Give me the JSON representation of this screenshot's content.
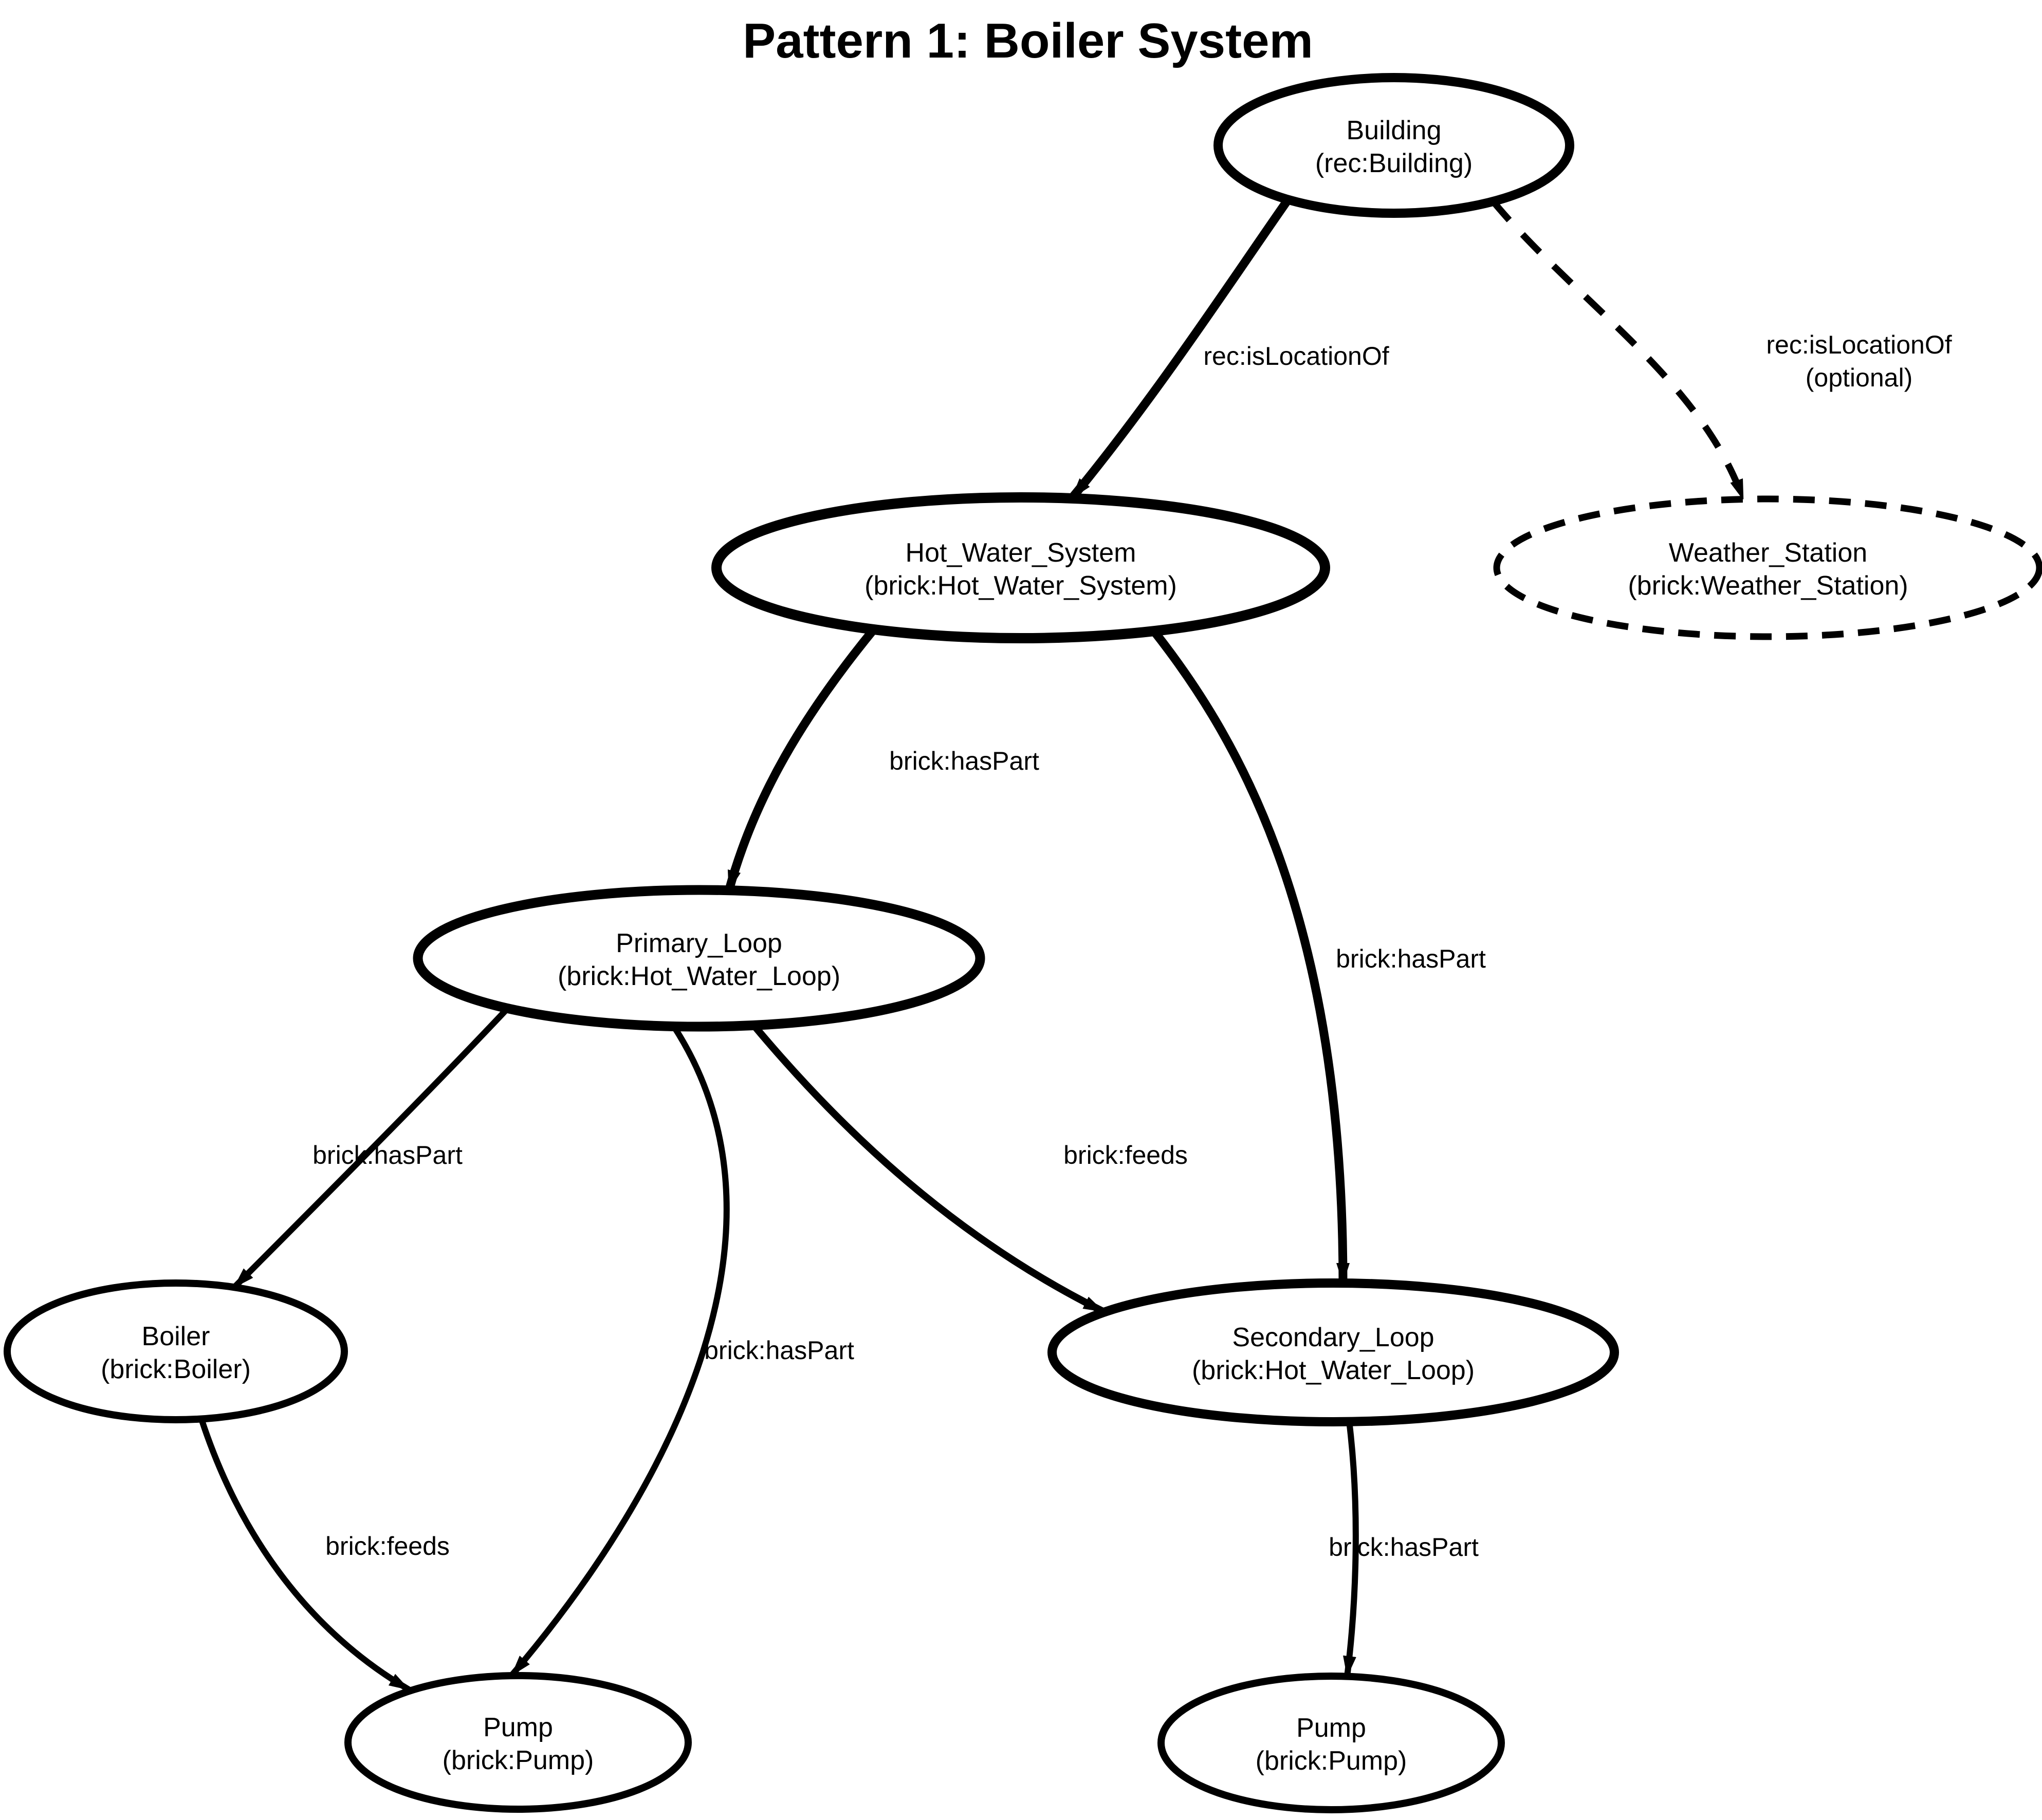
{
  "title": "Pattern 1: Boiler System",
  "colors": {
    "ink": "#000000",
    "background": "#ffffff"
  },
  "nodes": {
    "building": {
      "label": "Building",
      "sublabel": "(rec:Building)",
      "border": "solid"
    },
    "hot_water_system": {
      "label": "Hot_Water_System",
      "sublabel": "(brick:Hot_Water_System)",
      "border": "solid"
    },
    "weather_station": {
      "label": "Weather_Station",
      "sublabel": "(brick:Weather_Station)",
      "border": "dashed"
    },
    "primary_loop": {
      "label": "Primary_Loop",
      "sublabel": "(brick:Hot_Water_Loop)",
      "border": "solid"
    },
    "secondary_loop": {
      "label": "Secondary_Loop",
      "sublabel": "(brick:Hot_Water_Loop)",
      "border": "solid"
    },
    "boiler": {
      "label": "Boiler",
      "sublabel": "(brick:Boiler)",
      "border": "solid"
    },
    "pump_primary": {
      "label": "Pump",
      "sublabel": "(brick:Pump)",
      "border": "solid"
    },
    "pump_secondary": {
      "label": "Pump",
      "sublabel": "(brick:Pump)",
      "border": "solid"
    }
  },
  "edges": {
    "building_to_hws": {
      "from": "building",
      "to": "hot_water_system",
      "label": "rec:isLocationOf",
      "style": "solid"
    },
    "building_to_weather": {
      "from": "building",
      "to": "weather_station",
      "label": "rec:isLocationOf",
      "qualifier": "(optional)",
      "style": "dashed"
    },
    "hws_to_primary": {
      "from": "hot_water_system",
      "to": "primary_loop",
      "label": "brick:hasPart",
      "style": "solid"
    },
    "hws_to_secondary": {
      "from": "hot_water_system",
      "to": "secondary_loop",
      "label": "brick:hasPart",
      "style": "solid"
    },
    "primary_to_boiler": {
      "from": "primary_loop",
      "to": "boiler",
      "label": "brick:hasPart",
      "style": "solid"
    },
    "primary_to_pump": {
      "from": "primary_loop",
      "to": "pump_primary",
      "label": "brick:hasPart",
      "style": "solid"
    },
    "primary_to_secondary": {
      "from": "primary_loop",
      "to": "secondary_loop",
      "label": "brick:feeds",
      "style": "solid"
    },
    "boiler_to_pump": {
      "from": "boiler",
      "to": "pump_primary",
      "label": "brick:feeds",
      "style": "solid"
    },
    "secondary_to_pump": {
      "from": "secondary_loop",
      "to": "pump_secondary",
      "label": "brick:hasPart",
      "style": "solid"
    }
  }
}
